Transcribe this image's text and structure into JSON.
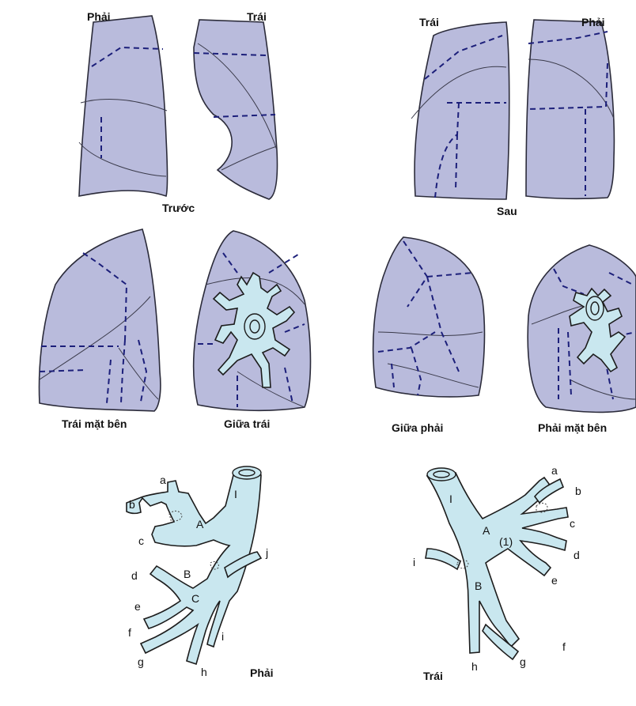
{
  "views": {
    "anterior": {
      "right": "Phải",
      "left": "Trái",
      "caption": "Trước"
    },
    "posterior": {
      "left": "Trái",
      "right": "Phải",
      "caption": "Sau"
    },
    "left_lateral": "Trái mặt bên",
    "left_medial": "Giữa trái",
    "right_medial": "Giữa phải",
    "right_lateral": "Phải mặt bên"
  },
  "bronchi": {
    "right": {
      "caption": "Phải",
      "trunk": "I",
      "labels": [
        "a",
        "b",
        "c",
        "d",
        "e",
        "f",
        "g",
        "h",
        "i",
        "j",
        "A",
        "B",
        "C"
      ]
    },
    "left": {
      "caption": "Trái",
      "trunk": "I",
      "labels": [
        "a",
        "b",
        "c",
        "d",
        "e",
        "f",
        "g",
        "h",
        "i",
        "A",
        "B",
        "(1)"
      ]
    }
  }
}
